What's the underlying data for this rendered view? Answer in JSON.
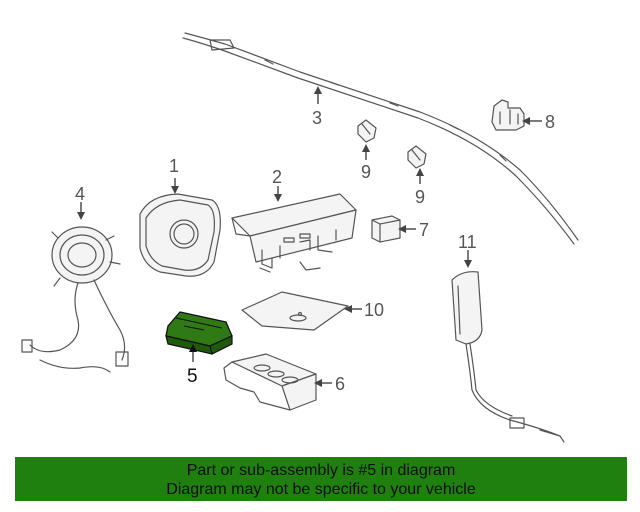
{
  "callouts": {
    "c1": "1",
    "c2": "2",
    "c3": "3",
    "c4": "4",
    "c5": "5",
    "c6": "6",
    "c7": "7",
    "c8": "8",
    "c9a": "9",
    "c9b": "9",
    "c10": "10",
    "c11": "11"
  },
  "highlighted_part": "5",
  "colors": {
    "highlight": "#2f7a14",
    "banner": "#1f7f0f"
  },
  "banner": {
    "line1": "Part or sub-assembly is #5 in diagram",
    "line2": "Diagram may not be specific to your vehicle"
  }
}
